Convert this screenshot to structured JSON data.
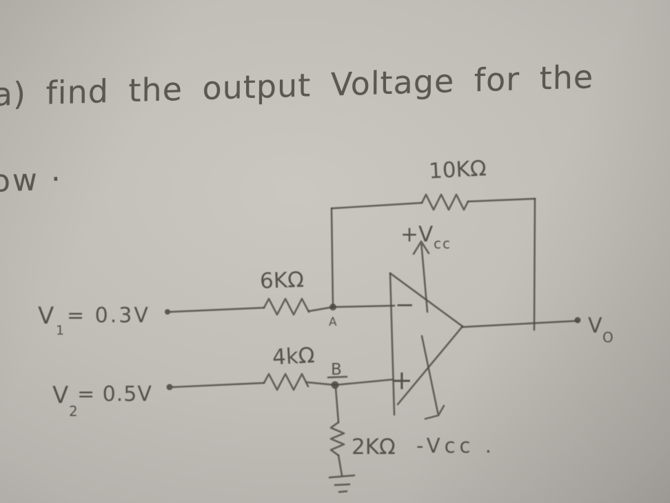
{
  "question": {
    "line1": "a) find the output Voltage for the",
    "line2_fragment": "ow ·"
  },
  "circuit": {
    "feedback_resistor": "10KΩ",
    "input1_resistor": "6KΩ",
    "input2_resistor": "4kΩ",
    "ground_resistor": "2KΩ",
    "supply_positive": {
      "main": "+V",
      "sub": "cc"
    },
    "supply_negative": "-Vcc .",
    "source1": {
      "name": "V",
      "sub": "1",
      "value": "= 0.3V"
    },
    "source2": {
      "name": "V",
      "sub": "2",
      "value": "= 0.5V"
    },
    "node_a": "A",
    "node_b": "B",
    "output": {
      "name": "V",
      "sub": "O"
    },
    "opamp_inverting_mark": "−",
    "opamp_noninverting_mark": "+"
  },
  "colors": {
    "ink": "#4f4a43",
    "paper_center": "#cac7c0",
    "paper_edge": "#989490"
  }
}
